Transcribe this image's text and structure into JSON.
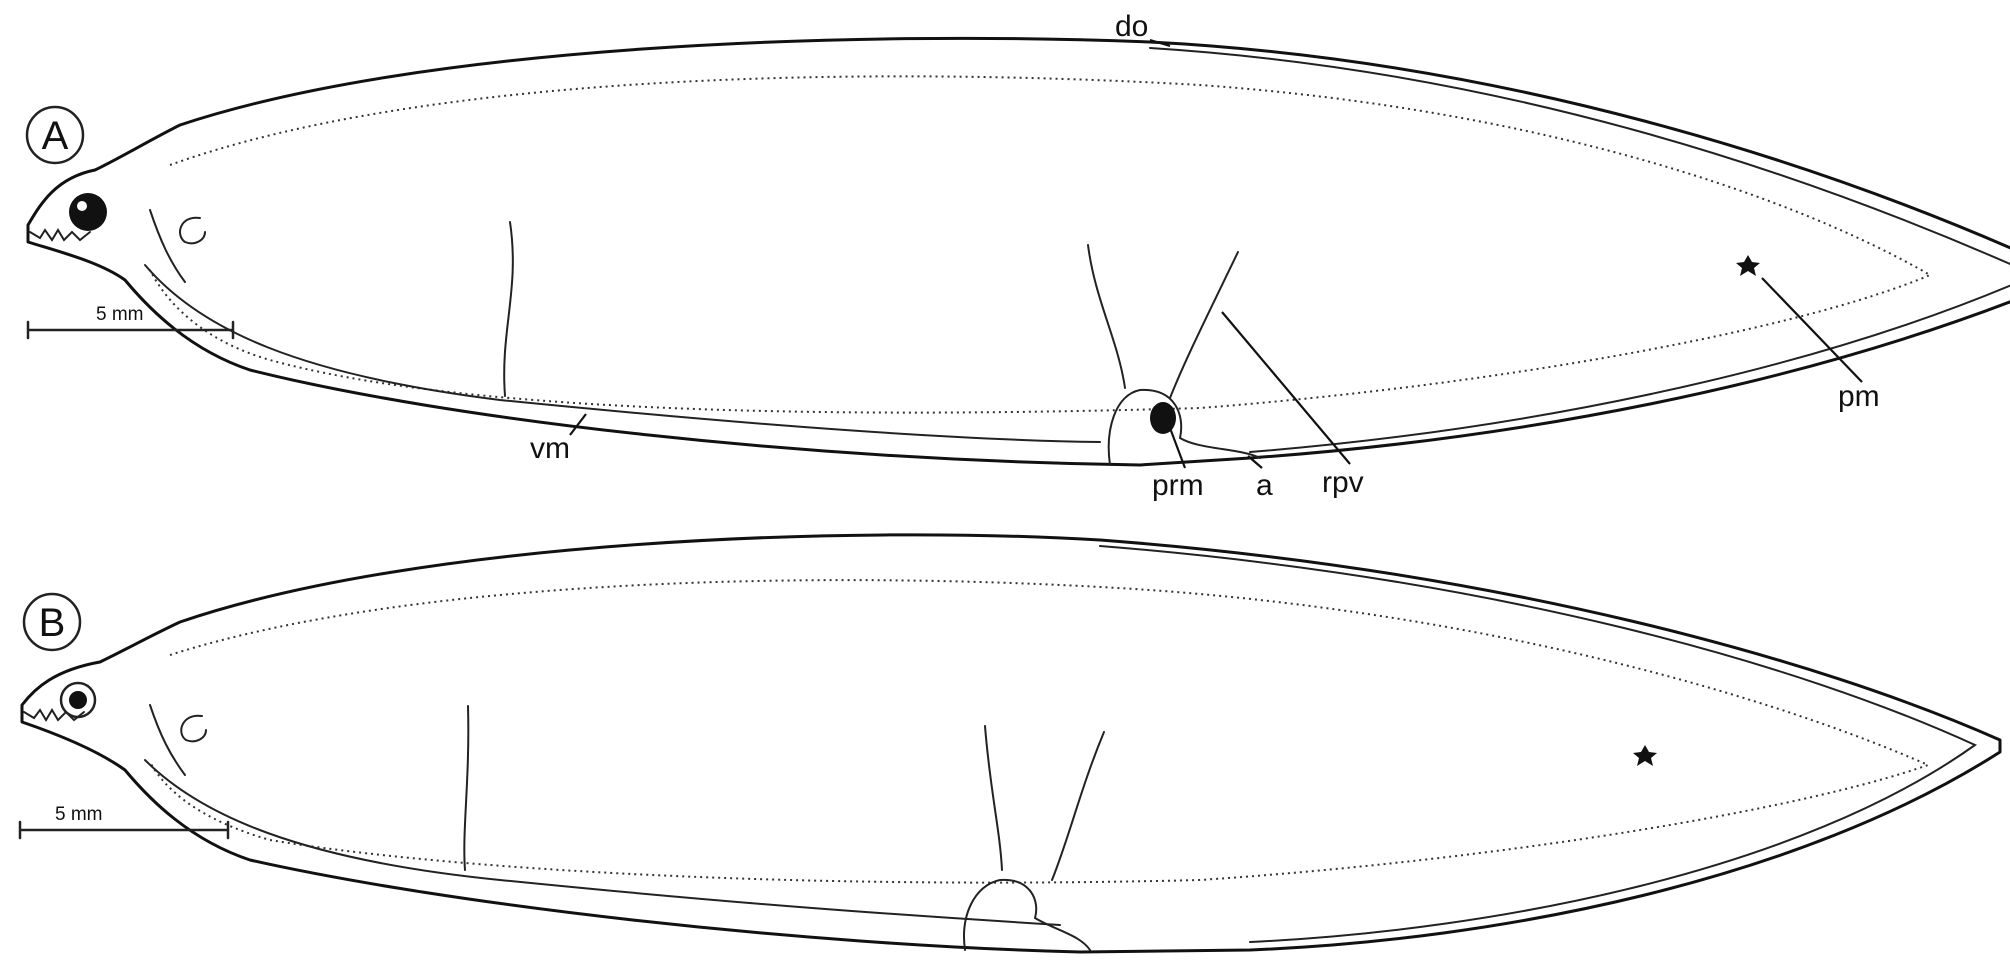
{
  "panels": [
    {
      "id": "A",
      "label": "A",
      "scale_bar": "5 mm",
      "annotations": {
        "do": "do",
        "vm": "vm",
        "prm": "prm",
        "a": "a",
        "rpv": "rpv",
        "pm": "pm"
      }
    },
    {
      "id": "B",
      "label": "B",
      "scale_bar": "5 mm"
    }
  ],
  "colors": {
    "ink": "#111111",
    "background": "#ffffff"
  },
  "icons": [
    "larva-outline-A",
    "larva-outline-B",
    "eye-icon",
    "pectoral-fin-icon",
    "pigment-star-icon"
  ]
}
